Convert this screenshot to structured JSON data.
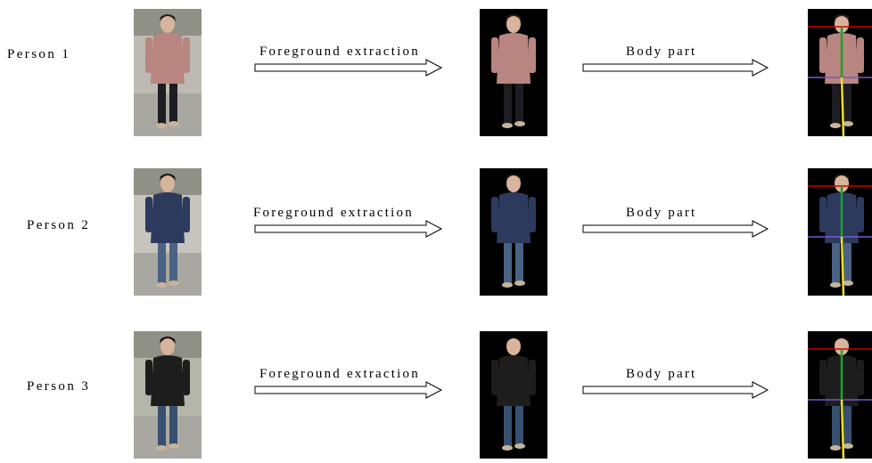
{
  "rows": [
    {
      "label": "Person 1",
      "step1": "Foreground extraction",
      "step2": "Body part",
      "coat": "#b98580",
      "pants": "#1d1d22",
      "hair": "#2a1e18",
      "bg": "#bdbab3"
    },
    {
      "label": "Person 2",
      "step1": "Foreground extraction",
      "step2": "Body part",
      "coat": "#2c3a5e",
      "pants": "#4a6284",
      "hair": "#1a1510",
      "bg": "#c7c4bd"
    },
    {
      "label": "Person 3",
      "step1": "Foreground extraction",
      "step2": "Body part",
      "coat": "#1e1d1d",
      "pants": "#38506f",
      "hair": "#0f0c0a",
      "bg": "#b4b6a9"
    }
  ],
  "lines": {
    "head": "#cc0000",
    "waist": "#7755cc",
    "torso": "#1fa22a",
    "legs": "#f0e020"
  }
}
